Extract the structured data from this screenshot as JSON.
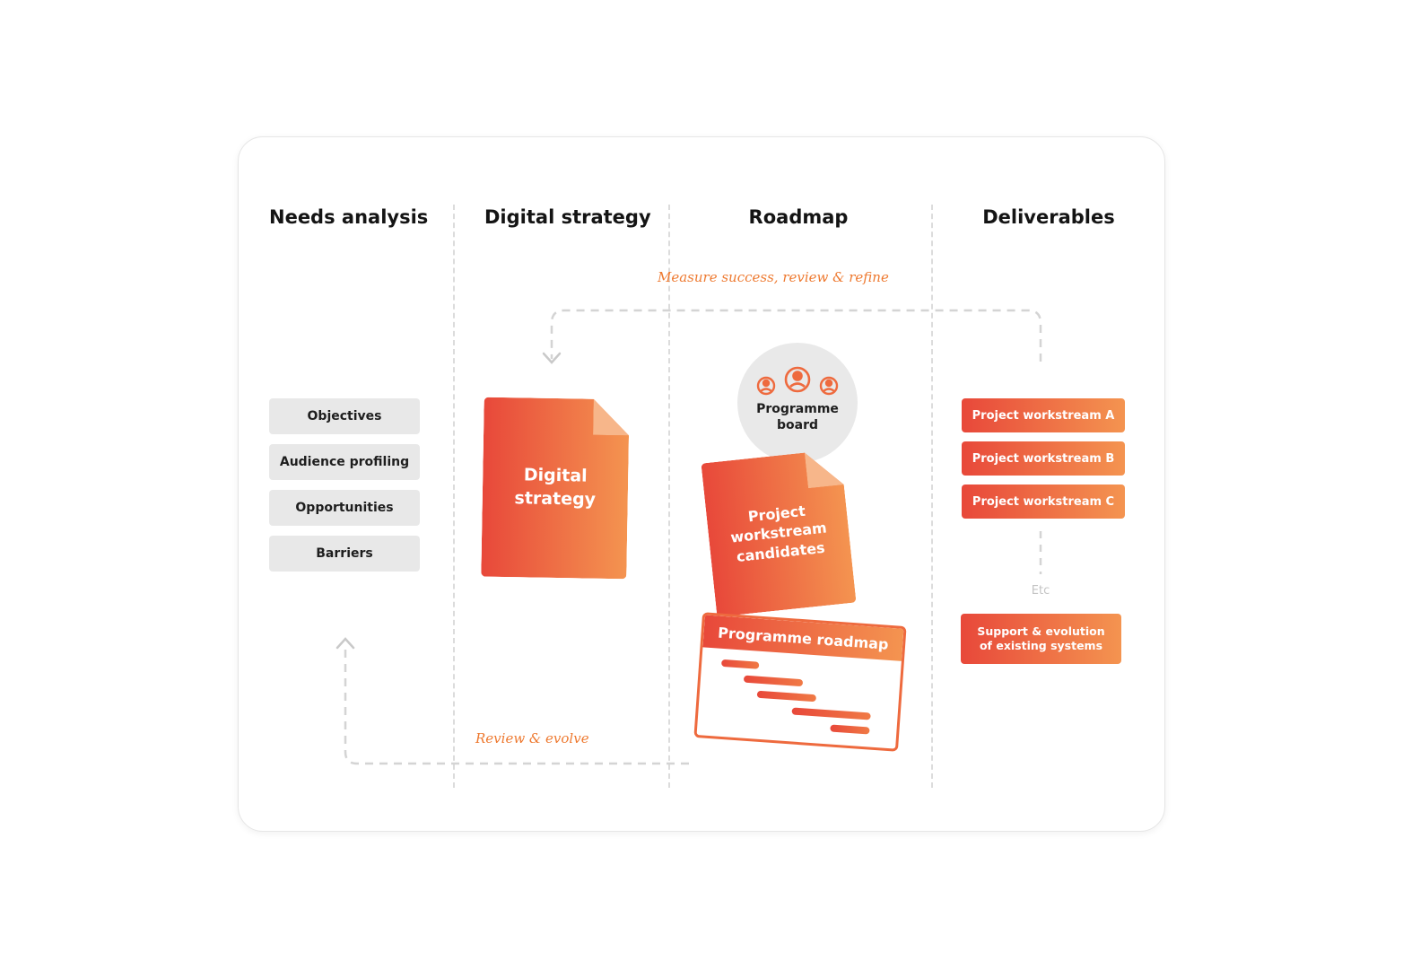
{
  "columns": [
    {
      "title": "Needs analysis"
    },
    {
      "title": "Digital strategy"
    },
    {
      "title": "Roadmap"
    },
    {
      "title": "Deliverables"
    }
  ],
  "notes": {
    "top_loop": "Measure success, review & refine",
    "bottom_loop": "Review & evolve"
  },
  "needs": {
    "items": [
      "Objectives",
      "Audience profiling",
      "Opportunities",
      "Barriers"
    ]
  },
  "strategy": {
    "doc_line1": "Digital",
    "doc_line2": "strategy"
  },
  "roadmap": {
    "board_line1": "Programme",
    "board_line2": "board",
    "candidates_line1": "Project",
    "candidates_line2": "workstream",
    "candidates_line3": "candidates",
    "roadmap_title": "Programme roadmap"
  },
  "deliverables": {
    "workstreams": [
      "Project workstream  A",
      "Project workstream  B",
      "Project workstream  C"
    ],
    "etc": "Etc",
    "support_line1": "Support & evolution",
    "support_line2": "of existing systems"
  },
  "colors": {
    "accent_start": "#e8483a",
    "accent_end": "#f49450",
    "note_text": "#ee7a31",
    "grey_box": "#e8e8e8"
  },
  "icons": [
    "person-icon",
    "person-icon",
    "person-icon"
  ]
}
